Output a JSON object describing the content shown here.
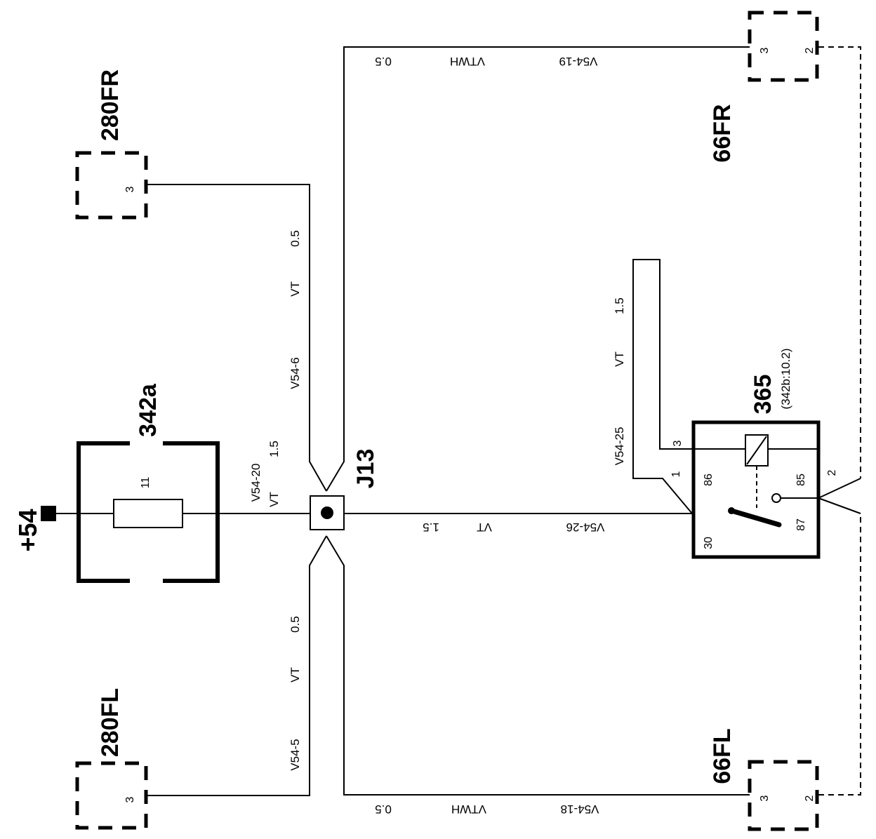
{
  "components": {
    "c280fr": {
      "label": "280FR",
      "pin": "3"
    },
    "c280fl": {
      "label": "280FL",
      "pin": "3"
    },
    "c66fr": {
      "label": "66FR",
      "pin_a": "3",
      "pin_b": "2"
    },
    "c66fl": {
      "label": "66FL",
      "pin_a": "3",
      "pin_b": "2"
    },
    "fuse": {
      "label": "342a",
      "pin": "11"
    },
    "power": {
      "label": "+54"
    },
    "junction": {
      "label": "J13"
    },
    "relay": {
      "label": "365",
      "ref": "(342b:10.2)",
      "pin3": "3",
      "pin1": "1",
      "pin2": "2",
      "t86": "86",
      "t85": "85",
      "t30": "30",
      "t87": "87"
    }
  },
  "wires": {
    "w20": {
      "id": "V54-20",
      "color": "VT",
      "size": "1.5"
    },
    "w6": {
      "id": "V54-6",
      "color": "VT",
      "size": "0.5"
    },
    "w5": {
      "id": "V54-5",
      "color": "VT",
      "size": "0.5"
    },
    "w25": {
      "id": "V54-25",
      "color": "VT",
      "size": "1.5"
    },
    "w26": {
      "id": "V54-26",
      "color": "VT",
      "size": "1.5"
    },
    "w19": {
      "id": "V54-19",
      "color": "VTWH",
      "size": "0.5"
    },
    "w18": {
      "id": "V54-18",
      "color": "VTWH",
      "size": "0.5"
    }
  }
}
